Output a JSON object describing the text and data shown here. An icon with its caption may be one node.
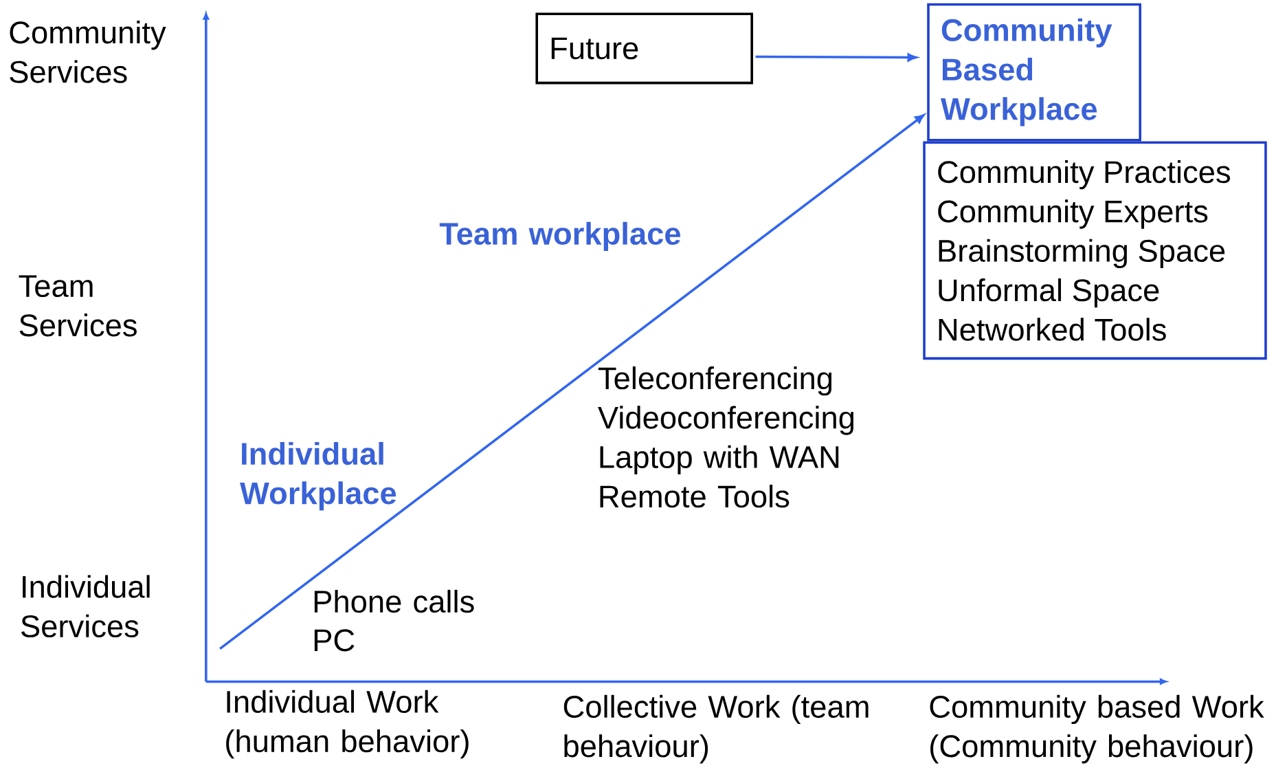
{
  "diagram": {
    "nodes": [
      {
        "text": [
          "Future"
        ]
      },
      {
        "text": [
          "Community Based Workplace"
        ]
      },
      {
        "text": [
          "Community Practices",
          "Community Experts",
          "Brainstorming Space",
          "Unformal Space",
          "Networked Tools"
        ]
      }
    ],
    "edges": [
      {
        "from": 0,
        "to": 1,
        "arrow": "to"
      },
      {
        "from": null,
        "to": 1,
        "arrow": "to"
      }
    ],
    "labels": [
      "Community Services",
      "Team Services",
      "Individual Services",
      "Team workplace",
      "Individual Workplace",
      "Teleconferencing",
      "Videoconferencing",
      "Laptop with WAN",
      "Remote Tools",
      "Phone calls",
      "PC",
      "Individual Work (human behavior)",
      "Collective Work (team behaviour)",
      "Community based Work (Community behaviour)"
    ]
  }
}
